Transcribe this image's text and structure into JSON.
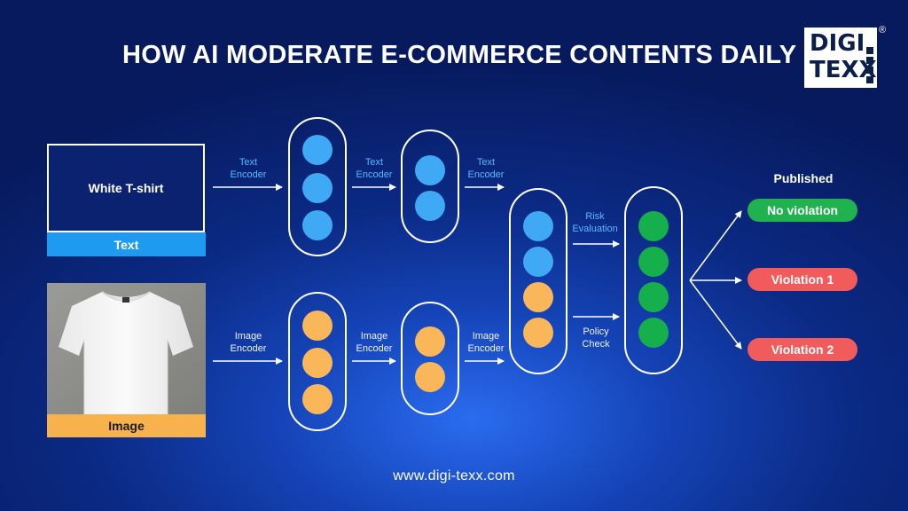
{
  "title": "HOW AI MODERATE E-COMMERCE CONTENTS DAILY",
  "logo": {
    "line1": "DIGI",
    "line2": "TEXX",
    "registered": "®"
  },
  "text_input": {
    "content": "White T-shirt",
    "label": "Text"
  },
  "image_input": {
    "label": "Image"
  },
  "encoders": {
    "text_1": [
      "Text",
      "Encoder"
    ],
    "text_2": [
      "Text",
      "Encoder"
    ],
    "text_3": [
      "Text",
      "Encoder"
    ],
    "image_1": [
      "Image",
      "Encoder"
    ],
    "image_2": [
      "Image",
      "Encoder"
    ],
    "image_3": [
      "Image",
      "Encoder"
    ]
  },
  "evaluation": {
    "risk": [
      "Risk",
      "Evaluation"
    ],
    "policy": [
      "Policy",
      "Check"
    ]
  },
  "outputs": {
    "heading": "Published",
    "results": [
      "No violation",
      "Violation 1",
      "Violation 2"
    ]
  },
  "footer": "www.digi-texx.com",
  "colors": {
    "text_dot": "#3fa9f5",
    "image_dot": "#f9b75a",
    "output_dot": "#15b04c",
    "no_violation": "#1fb24f",
    "violation": "#f25b5b"
  }
}
